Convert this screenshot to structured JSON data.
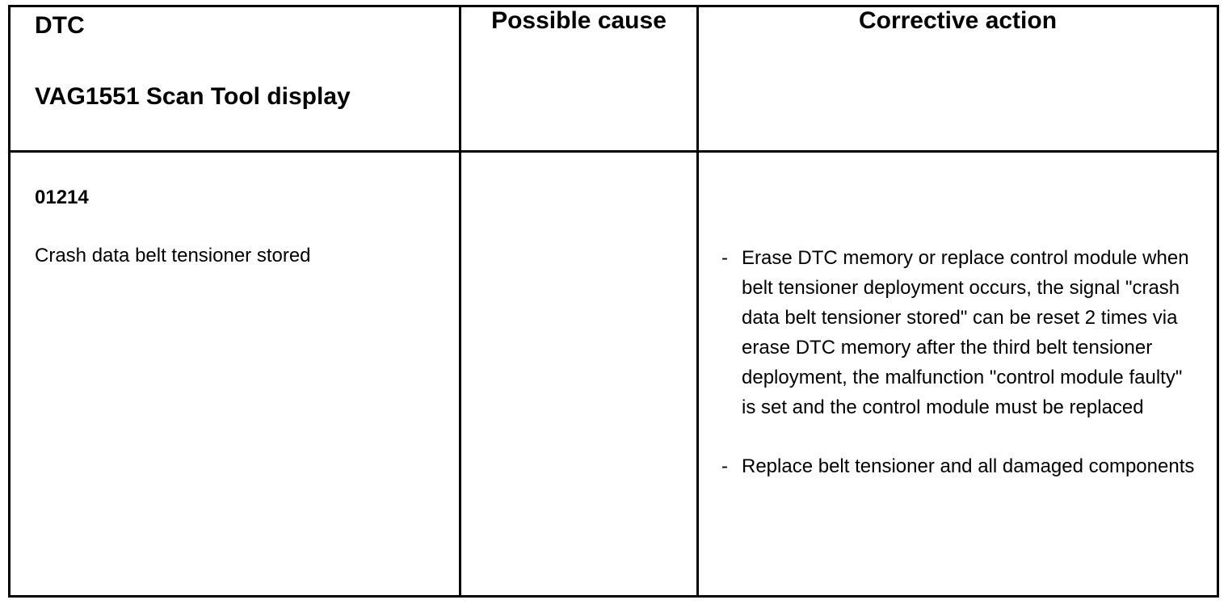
{
  "table": {
    "headers": {
      "dtc": "DTC",
      "display": "VAG1551 Scan Tool display",
      "cause": "Possible cause",
      "action": "Corrective action"
    },
    "row": {
      "code": "01214",
      "description": "Crash data belt tensioner stored",
      "cause": "",
      "actions": [
        "Erase DTC memory or replace control module when belt tensioner deployment occurs, the signal \"crash data belt tensioner stored\" can be reset 2 times via erase DTC memory after the third belt tensioner deployment, the malfunction \"control module faulty\" is set and the control module must be replaced",
        "Replace belt tensioner and all damaged components"
      ],
      "bullet": "-"
    }
  }
}
